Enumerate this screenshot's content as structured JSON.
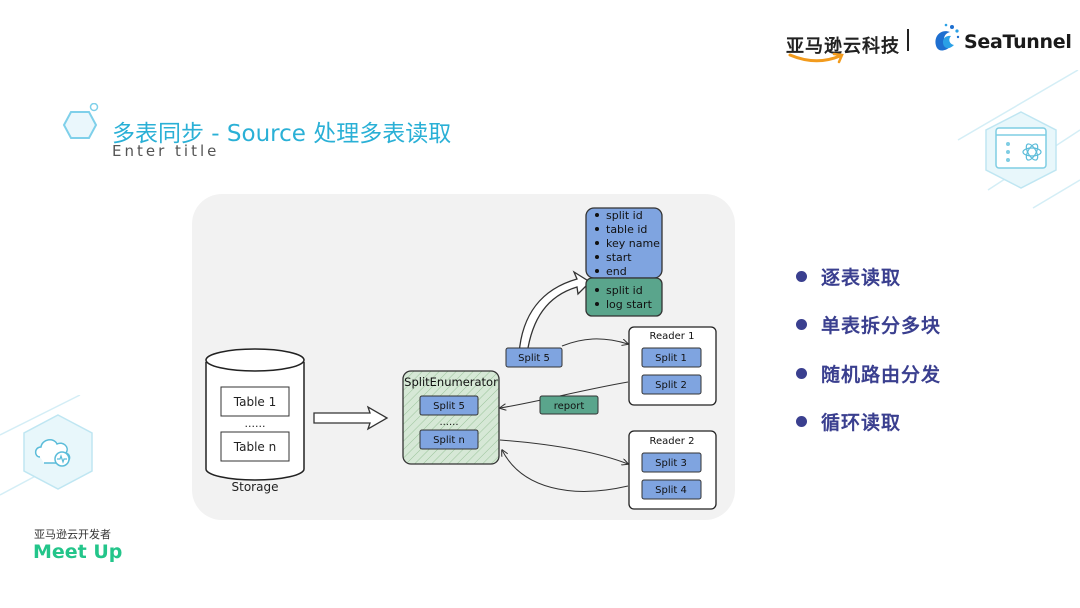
{
  "header": {
    "brand_cn": "亚马逊云科技",
    "brand_seatunnel": "SeaTunnel",
    "icons": [
      "aws-smile-icon",
      "seatunnel-logo-icon"
    ]
  },
  "title": {
    "main": "多表同步 - Source 处理多表读取",
    "subtitle": "Enter title"
  },
  "diagram": {
    "storage": {
      "label": "Storage",
      "tables": [
        "Table 1",
        "......",
        "Table n"
      ]
    },
    "enumerator": {
      "title": "SplitEnumerator",
      "splits": [
        "Split 5",
        "......",
        "Split n"
      ]
    },
    "messages": {
      "split_out": "Split 5",
      "report": "report"
    },
    "split_info_blue": [
      "split id",
      "table id",
      "key name",
      "start",
      "end"
    ],
    "split_info_green": [
      "split id",
      "log start"
    ],
    "readers": [
      {
        "title": "Reader 1",
        "splits": [
          "Split 1",
          "Split 2"
        ]
      },
      {
        "title": "Reader 2",
        "splits": [
          "Split 3",
          "Split 4"
        ]
      }
    ],
    "colors": {
      "split_box": "#7fa4e0",
      "report_box": "#5aa58c",
      "info_blue": "#7fa4e0",
      "info_green": "#5aa58c",
      "enumerator_fill": "#cfe3cf"
    }
  },
  "bullets": [
    "逐表读取",
    "单表拆分多块",
    "随机路由分发",
    "循环读取"
  ],
  "footer": {
    "org_cn": "亚马逊云开发者",
    "meetup": "Meet Up"
  },
  "accent_color": "#2ab0d6",
  "bullet_color": "#3a3f8f"
}
